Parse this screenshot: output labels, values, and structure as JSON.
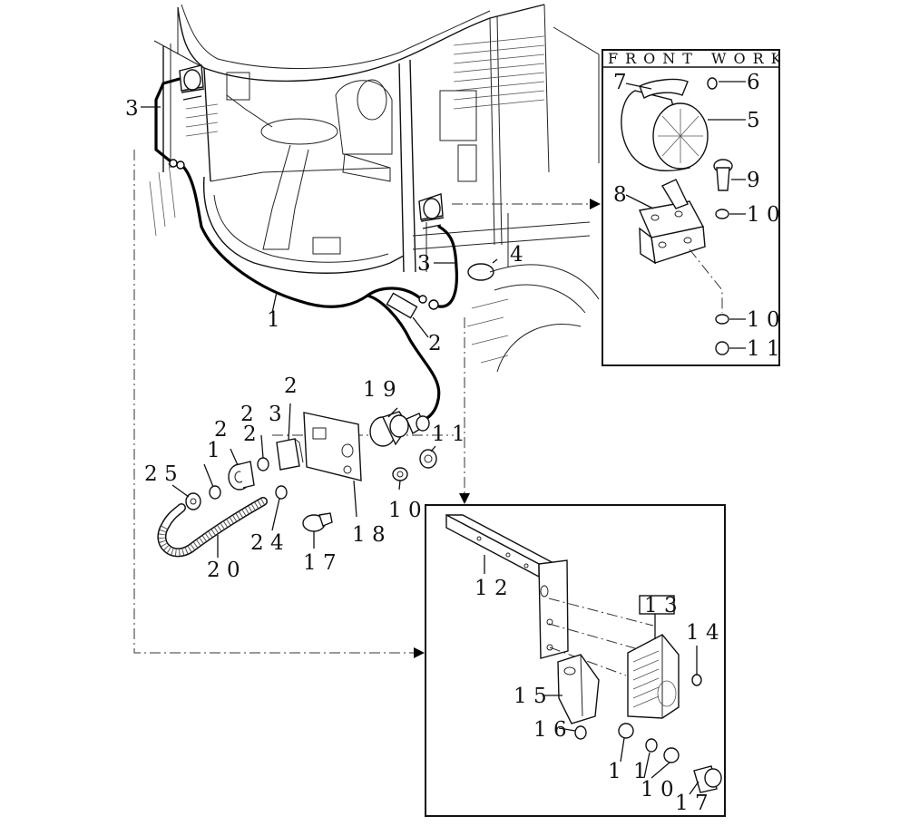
{
  "inset_top": {
    "title": "FRONT WORK"
  },
  "callouts": [
    {
      "id": "c-3a",
      "text": "3"
    },
    {
      "id": "c-1",
      "text": "1"
    },
    {
      "id": "c-2",
      "text": "2"
    },
    {
      "id": "c-3b",
      "text": "3"
    },
    {
      "id": "c-4",
      "text": "4"
    },
    {
      "id": "c-7",
      "text": "7"
    },
    {
      "id": "c-6",
      "text": "6"
    },
    {
      "id": "c-5",
      "text": "5"
    },
    {
      "id": "c-9",
      "text": "9"
    },
    {
      "id": "c-8",
      "text": "8"
    },
    {
      "id": "c-10a",
      "text": "1 0"
    },
    {
      "id": "c-10b",
      "text": "1 0"
    },
    {
      "id": "c-11a",
      "text": "1 1"
    },
    {
      "id": "c-19",
      "text": "1 9"
    },
    {
      "id": "c-2b",
      "text": "2"
    },
    {
      "id": "c-3c",
      "text": "3"
    },
    {
      "id": "c-22",
      "text": "2"
    },
    {
      "id": "c-22b",
      "text": "2"
    },
    {
      "id": "c-21",
      "text": "2"
    },
    {
      "id": "c-21b",
      "text": "1"
    },
    {
      "id": "c-25",
      "text": "2 5"
    },
    {
      "id": "c-11b",
      "text": "1 1"
    },
    {
      "id": "c-10c",
      "text": "1 0"
    },
    {
      "id": "c-24",
      "text": "2 4"
    },
    {
      "id": "c-18",
      "text": "1 8"
    },
    {
      "id": "c-17a",
      "text": "1 7"
    },
    {
      "id": "c-20",
      "text": "2 0"
    },
    {
      "id": "c-12",
      "text": "1 2"
    },
    {
      "id": "c-13",
      "text": "1 3"
    },
    {
      "id": "c-14",
      "text": "1 4"
    },
    {
      "id": "c-15",
      "text": "1 5"
    },
    {
      "id": "c-16",
      "text": "1 6"
    },
    {
      "id": "c-11c",
      "text": "1"
    },
    {
      "id": "c-11d",
      "text": "1"
    },
    {
      "id": "c-10d",
      "text": "1 0"
    },
    {
      "id": "c-17b",
      "text": "1 7"
    }
  ]
}
